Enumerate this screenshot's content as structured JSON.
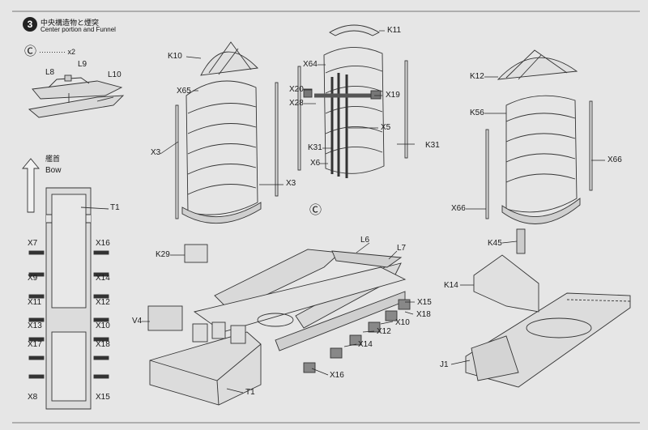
{
  "header": {
    "step_number": "3",
    "title_jp": "中央構造物と煙突",
    "title_en": "Center portion and Funnel"
  },
  "subassembly_c": {
    "marker": "Ⓒ",
    "quantity_text": "··········· x2"
  },
  "bow": {
    "label_jp": "艦首",
    "label_en": "Bow"
  },
  "callouts": {
    "marker_c_center": "Ⓒ",
    "L8": "L8",
    "L9": "L9",
    "L10": "L10",
    "T1_top": "T1",
    "X7": "X7",
    "X9": "X9",
    "X11": "X11",
    "X13": "X13",
    "X17": "X17",
    "X8": "X8",
    "X16_left": "X16",
    "X14_left": "X14",
    "X12_left": "X12",
    "X10_left": "X10",
    "X18_left": "X18",
    "X15_left": "X15",
    "K10": "K10",
    "X65": "X65",
    "X3_a": "X3",
    "X3_b": "X3",
    "K11": "K11",
    "X64": "X64",
    "X20": "X20",
    "X19": "X19",
    "X28": "X28",
    "X5": "X5",
    "K31_a": "K31",
    "K31_b": "K31",
    "X6": "X6",
    "K12": "K12",
    "K56": "K56",
    "X66_a": "X66",
    "X66_b": "X66",
    "K29": "K29",
    "L6": "L6",
    "L7": "L7",
    "V4": "V4",
    "T1_bottom": "T1",
    "X15_center": "X15",
    "X18_center": "X18",
    "X10_center": "X10",
    "X12_center": "X12",
    "X14_center": "X14",
    "X16_center": "X16",
    "K45": "K45",
    "K14": "K14",
    "J1": "J1"
  }
}
